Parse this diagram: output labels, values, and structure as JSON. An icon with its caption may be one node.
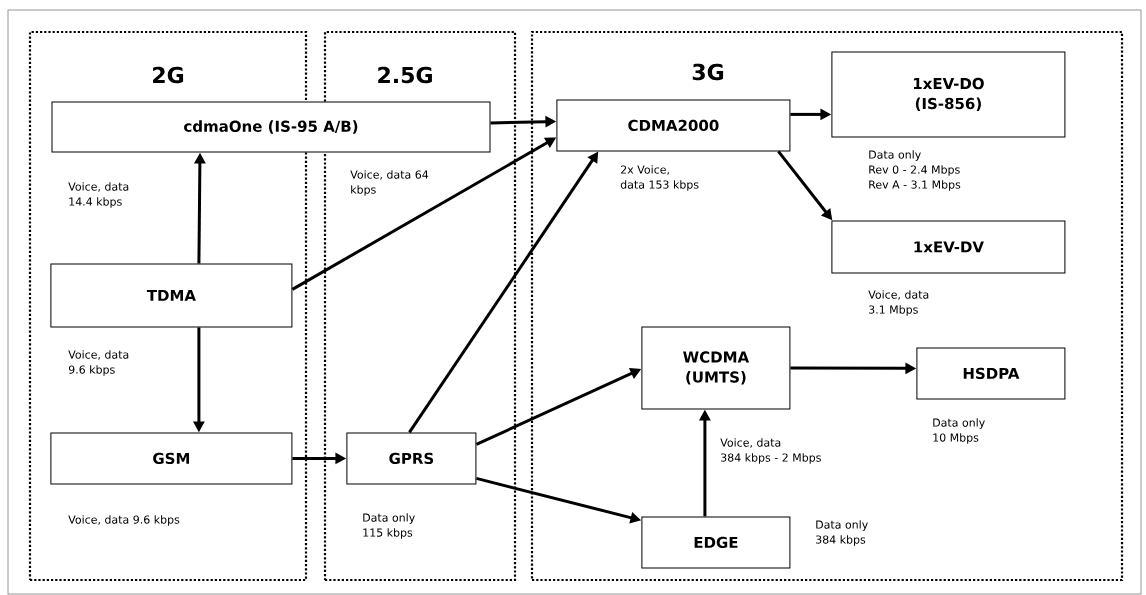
{
  "diagram": {
    "nodes": [
      {
        "text": [
          "2G"
        ]
      },
      {
        "text": [
          "2.5G"
        ]
      },
      {
        "text": [
          "3G"
        ]
      },
      {
        "text": [
          "cdmaOne (IS-95 A/B)"
        ],
        "beside": [
          "Voice, data 14.4 kbps",
          "Voice, data 64 kbps"
        ]
      },
      {
        "text": [
          "TDMA"
        ],
        "in": 0,
        "beside": [
          "Voice, data 9.6 kbps"
        ]
      },
      {
        "text": [
          "GSM"
        ],
        "in": 0,
        "beside": [
          "Voice, data 9.6 kbps"
        ]
      },
      {
        "text": [
          "GPRS"
        ],
        "in": 1,
        "beside": [
          "Data only 115 kbps"
        ]
      },
      {
        "text": [
          "CDMA2000"
        ],
        "in": 2,
        "beside": [
          "2x Voice, data 153 kbps"
        ]
      },
      {
        "text": [
          "1xEV-DO (IS-856)"
        ],
        "in": 2,
        "beside": [
          "Data only Rev 0 - 2.4 Mbps Rev A - 3.1 Mbps"
        ]
      },
      {
        "text": [
          "1xEV-DV"
        ],
        "in": 2,
        "beside": [
          "Voice, data 3.1 Mbps"
        ]
      },
      {
        "text": [
          "WCDMA (UMTS)"
        ],
        "in": 2,
        "beside": [
          "Voice, data 384 kbps - 2 Mbps"
        ]
      },
      {
        "text": [
          "HSDPA"
        ],
        "in": 2,
        "beside": [
          "Data only 10 Mbps"
        ]
      },
      {
        "text": [
          "EDGE"
        ],
        "in": 2,
        "beside": [
          "Data only 384 kbps"
        ]
      }
    ],
    "edges": [
      {
        "from": 4,
        "to": 3,
        "arrow": "to"
      },
      {
        "from": 4,
        "to": 5,
        "arrow": "to"
      },
      {
        "from": 3,
        "to": 7,
        "arrow": "to"
      },
      {
        "from": 4,
        "to": 7,
        "arrow": "to"
      },
      {
        "from": 6,
        "to": 7,
        "arrow": "to"
      },
      {
        "from": 5,
        "to": 6,
        "arrow": "to"
      },
      {
        "from": 6,
        "to": 10,
        "arrow": "to"
      },
      {
        "from": 6,
        "to": 12,
        "arrow": "to"
      },
      {
        "from": 12,
        "to": 10,
        "arrow": "to"
      },
      {
        "from": 7,
        "to": 8,
        "arrow": "to"
      },
      {
        "from": 7,
        "to": 9,
        "arrow": "to"
      },
      {
        "from": 10,
        "to": 11,
        "arrow": "to"
      }
    ]
  }
}
